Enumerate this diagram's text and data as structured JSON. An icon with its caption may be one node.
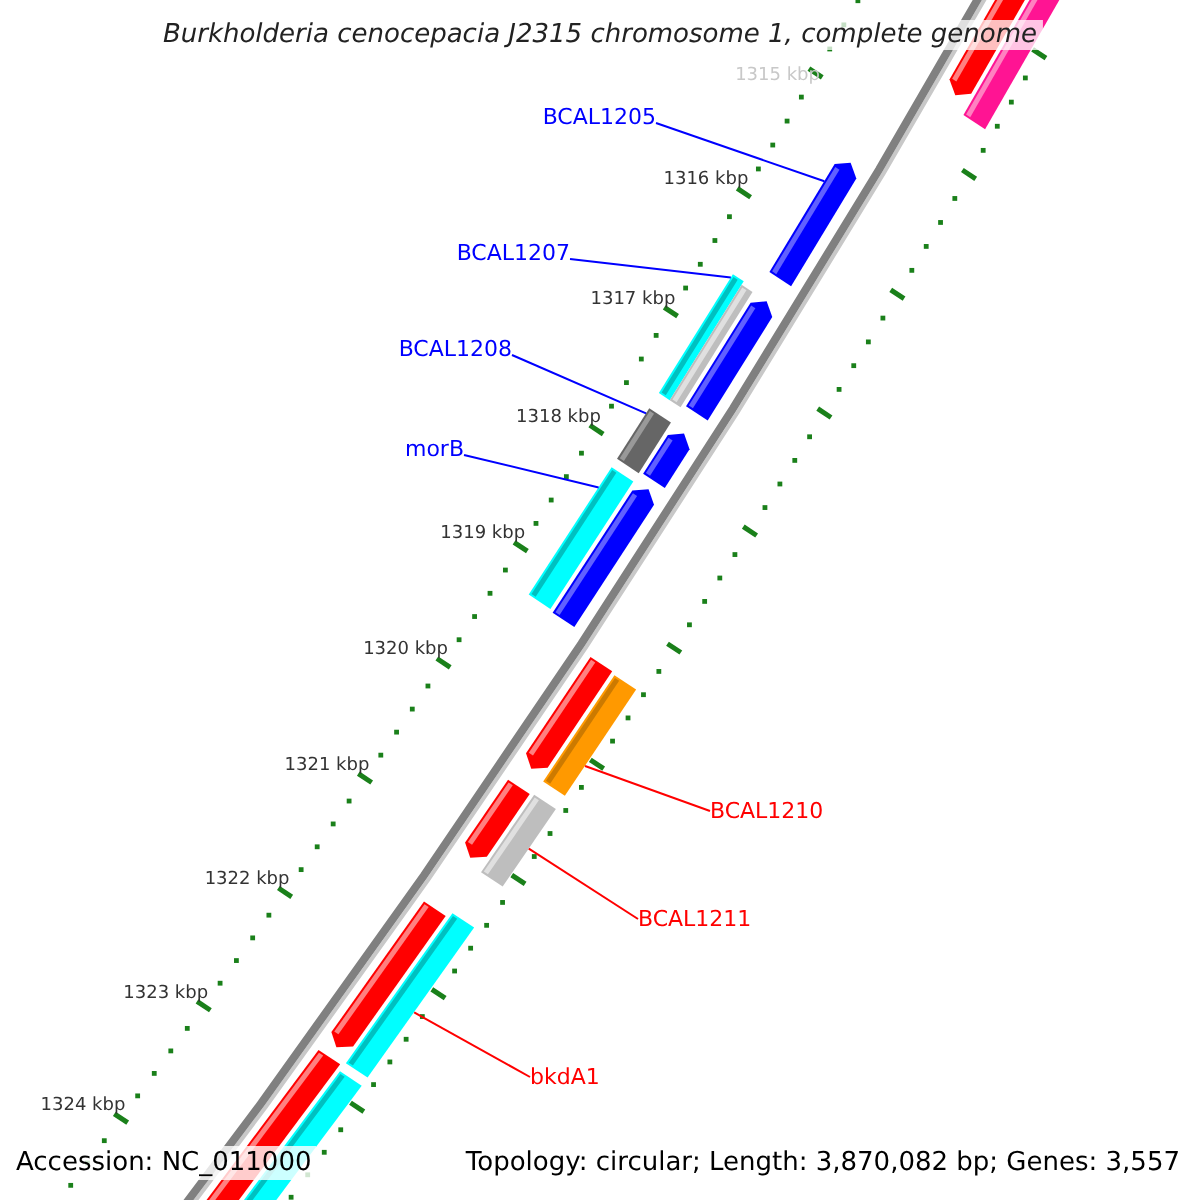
{
  "diagram": {
    "title": "Burkholderia cenocepacia J2315 chromosome 1, complete genome",
    "nodes": [
      {
        "text": [
          "BCAL1205"
        ]
      },
      {
        "text": [
          "BCAL1207"
        ]
      },
      {
        "text": [
          "BCAL1208"
        ]
      },
      {
        "text": [
          "morB"
        ]
      },
      {
        "text": [
          "BCAL1210"
        ]
      },
      {
        "text": [
          "BCAL1211"
        ]
      },
      {
        "text": [
          "bkdA1"
        ]
      },
      {
        "text": [],
        "shape": "bar"
      },
      {
        "text": [],
        "shape": "bar"
      },
      {
        "text": [],
        "shape": "bar"
      },
      {
        "text": [],
        "shape": "bar"
      },
      {
        "text": [],
        "shape": "bar"
      },
      {
        "text": [],
        "shape": "bar"
      },
      {
        "text": [],
        "shape": "bar"
      }
    ],
    "edges": [
      {
        "from": 0,
        "to": 7,
        "arrow": "none"
      },
      {
        "from": 1,
        "to": 8,
        "arrow": "none"
      },
      {
        "from": 2,
        "to": 9,
        "arrow": "none"
      },
      {
        "from": 3,
        "to": 10,
        "arrow": "none"
      },
      {
        "from": 4,
        "to": 11,
        "arrow": "none",
        "color": "#ff0000"
      },
      {
        "from": 5,
        "to": 12,
        "arrow": "none",
        "color": "#ff0000"
      },
      {
        "from": 6,
        "to": 13,
        "arrow": "none",
        "color": "#ff0000"
      }
    ],
    "labels": [
      "1315 kbp",
      "1316 kbp",
      "1317 kbp",
      "1318 kbp",
      "1319 kbp",
      "1320 kbp",
      "1321 kbp",
      "1322 kbp",
      "1323 kbp",
      "1324 kbp",
      "Accession: NC_011000",
      "Topology: circular; Length: 3,870,082 bp; Genes: 3,557"
    ]
  }
}
